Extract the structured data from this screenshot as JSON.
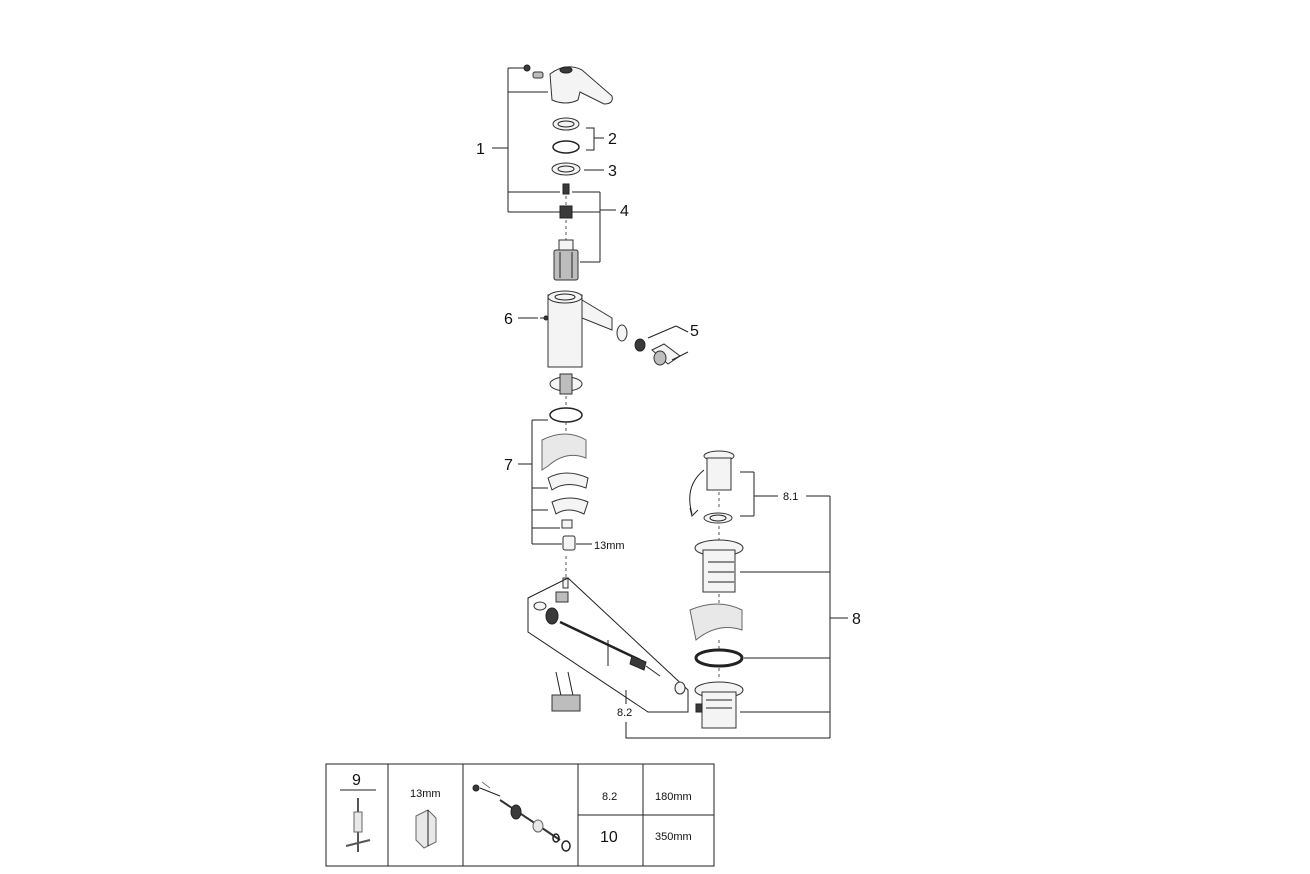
{
  "callouts": {
    "c1": "1",
    "c2": "2",
    "c3": "3",
    "c4": "4",
    "c5": "5",
    "c6": "6",
    "c7": "7",
    "c8": "8",
    "c8_1": "8.1",
    "c8_2": "8.2",
    "wrench_size": "13mm"
  },
  "table": {
    "cell1_label": "9",
    "cell2_label": "13mm",
    "rows": [
      {
        "code": "8.2",
        "length": "180mm"
      },
      {
        "code": "10",
        "length": "350mm"
      }
    ]
  }
}
